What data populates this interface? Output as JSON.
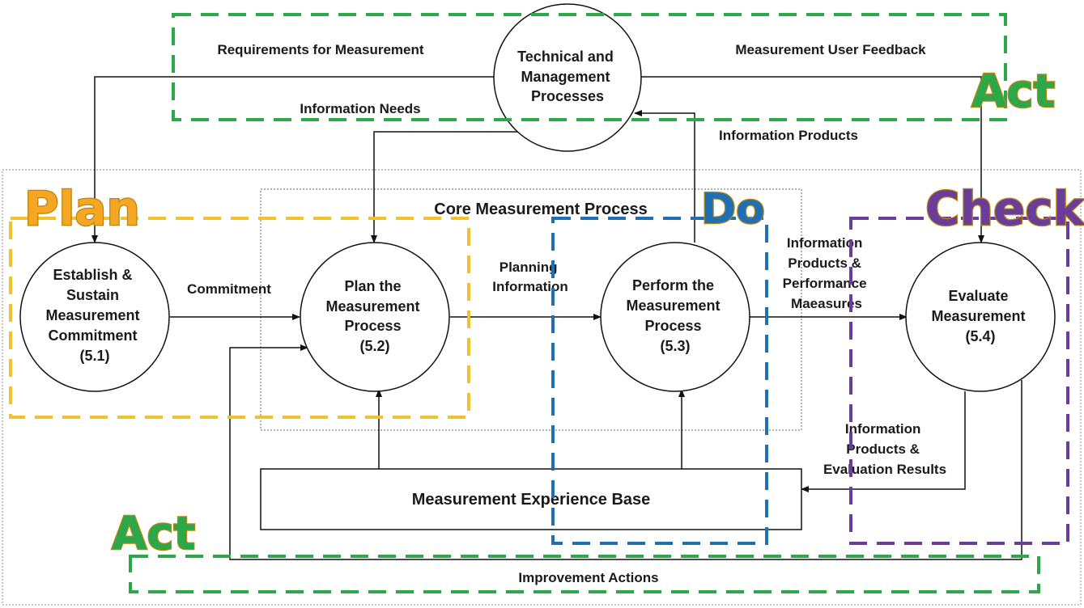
{
  "nodes": {
    "technical": [
      "Technical and",
      "Management",
      "Processes"
    ],
    "establish": [
      "Establish &",
      "Sustain",
      "Measurement",
      "Commitment",
      "(5.1)"
    ],
    "plan": [
      "Plan the",
      "Measurement",
      "Process",
      "(5.2)"
    ],
    "perform": [
      "Perform the",
      "Measurement",
      "Process",
      "(5.3)"
    ],
    "evaluate": [
      "Evaluate",
      "Measurement",
      "(5.4)"
    ],
    "experience_base": "Measurement Experience Base"
  },
  "core_title": "Core Measurement Process",
  "edge_labels": {
    "requirements": "Requirements for Measurement",
    "user_feedback": "Measurement User Feedback",
    "information_needs": "Information Needs",
    "information_products": "Information Products",
    "commitment": "Commitment",
    "planning_information": [
      "Planning",
      "Information"
    ],
    "products_performance": [
      "Information",
      "Products &",
      "Performance",
      "Maeasures"
    ],
    "products_evaluation": [
      "Information",
      "Products &",
      "Evaluation Results"
    ],
    "improvement_actions": "Improvement Actions"
  },
  "pdca": {
    "plan": "Plan",
    "do": "Do",
    "check": "Check",
    "act_top": "Act",
    "act_bottom": "Act"
  },
  "colors": {
    "plan": "#f2c12e",
    "plan_text": "#f5a623",
    "do": "#1f6fb5",
    "check": "#6a3d9a",
    "act": "#2aa84a",
    "text_outline": "#b8860b"
  }
}
